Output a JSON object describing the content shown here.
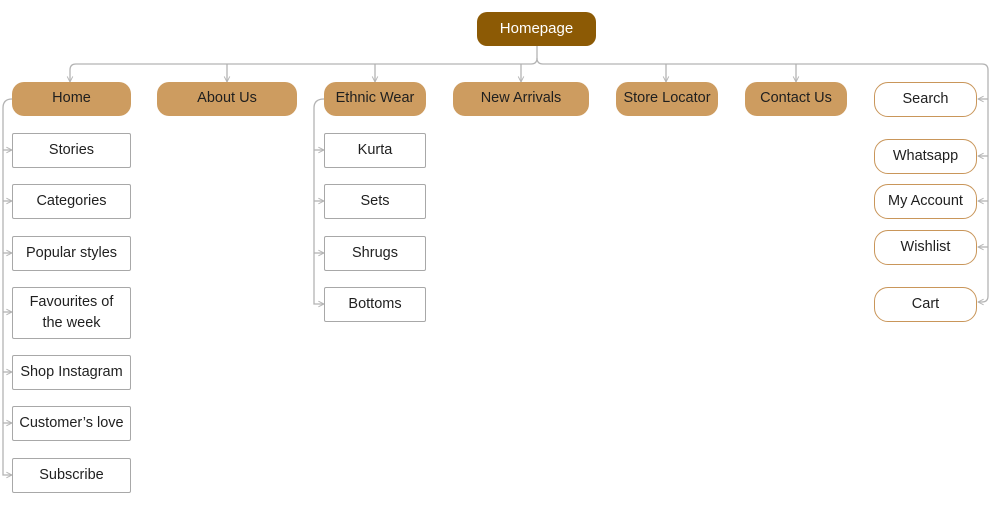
{
  "root": {
    "label": "Homepage"
  },
  "sections": [
    {
      "label": "Home",
      "children": [
        "Stories",
        "Categories",
        "Popular styles",
        "Favourites of the week",
        "Shop Instagram",
        "Customer’s love",
        "Subscribe"
      ]
    },
    {
      "label": "About Us",
      "children": []
    },
    {
      "label": "Ethnic Wear",
      "children": [
        "Kurta",
        "Sets",
        "Shrugs",
        "Bottoms"
      ]
    },
    {
      "label": "New Arrivals",
      "children": []
    },
    {
      "label": "Store Locator",
      "children": []
    },
    {
      "label": "Contact Us",
      "children": []
    }
  ],
  "utility": [
    "Search",
    "Whatsapp",
    "My Account",
    "Wishlist",
    "Cart"
  ],
  "colors": {
    "root_fill": "#8c5a05",
    "section_fill": "#cd9c60",
    "utility_border": "#c9965a",
    "subpage_border": "#a8a8a8",
    "connector": "#b3b3b3"
  }
}
